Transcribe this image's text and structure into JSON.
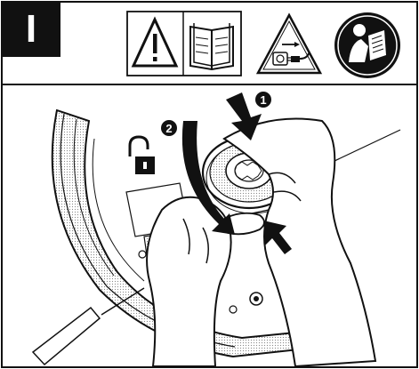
{
  "step": {
    "label": "I"
  },
  "icons": [
    {
      "name": "warning-triangle-icon"
    },
    {
      "name": "read-manual-book-icon"
    },
    {
      "name": "unplug-power-warning-icon"
    },
    {
      "name": "read-instructions-person-icon"
    }
  ],
  "callouts": [
    {
      "number": "1"
    },
    {
      "number": "2"
    }
  ],
  "unlock_icon": "padlock-open-icon",
  "colors": {
    "ink": "#111111",
    "paper": "#ffffff"
  }
}
